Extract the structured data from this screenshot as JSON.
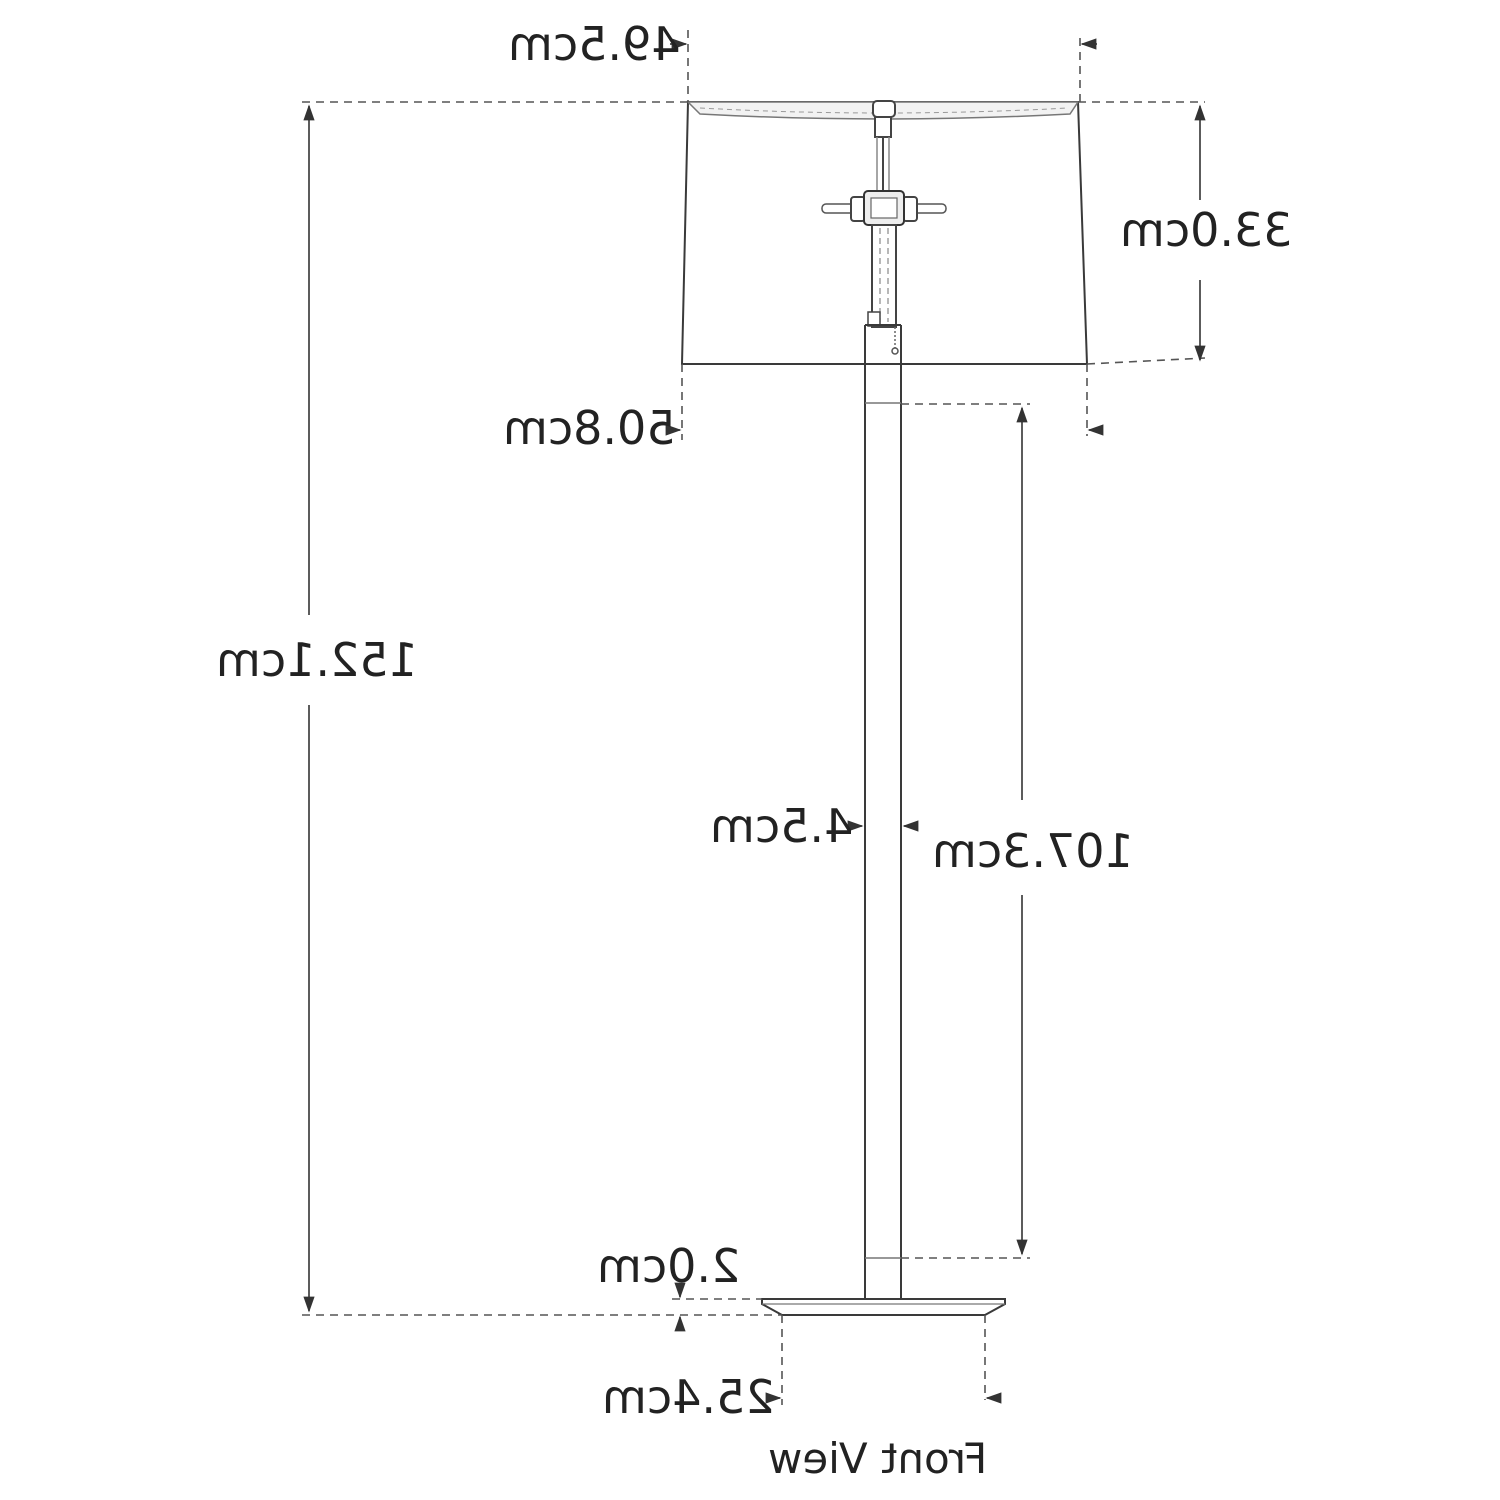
{
  "diagram": {
    "view_label": "Front View",
    "dimensions": {
      "shade_top_width": "49.5cm",
      "shade_height": "33.0cm",
      "shade_bottom_width": "50.8cm",
      "total_height": "152.1cm",
      "pole_diameter": "4.5cm",
      "pole_height": "107.3cm",
      "base_thickness": "2.0cm",
      "base_width": "25.4cm"
    },
    "colors": {
      "line": "#3a3a3a",
      "dashed": "#555555",
      "text": "#222222"
    },
    "text_mirrored": true
  }
}
